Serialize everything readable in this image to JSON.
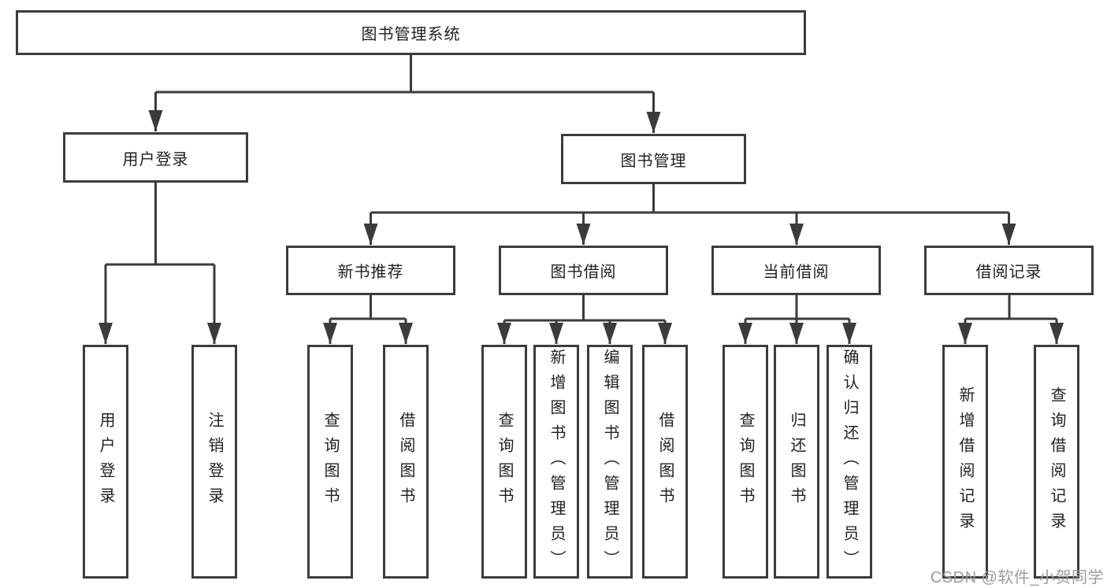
{
  "tree": {
    "label": "图书管理系统",
    "children": [
      {
        "label": "用户登录",
        "children": [
          {
            "label": "用户登录"
          },
          {
            "label": "注销登录"
          }
        ]
      },
      {
        "label": "图书管理",
        "children": [
          {
            "label": "新书推荐",
            "children": [
              {
                "label": "查询图书"
              },
              {
                "label": "借阅图书"
              }
            ]
          },
          {
            "label": "图书借阅",
            "children": [
              {
                "label": "查询图书"
              },
              {
                "label": "新增图书（管理员）"
              },
              {
                "label": "编辑图书（管理员）"
              },
              {
                "label": "借阅图书"
              }
            ]
          },
          {
            "label": "当前借阅",
            "children": [
              {
                "label": "查询图书"
              },
              {
                "label": "归还图书"
              },
              {
                "label": "确认归还（管理员）"
              }
            ]
          },
          {
            "label": "借阅记录",
            "children": [
              {
                "label": "新增借阅记录"
              },
              {
                "label": "查询借阅记录"
              }
            ]
          }
        ]
      }
    ]
  },
  "watermark": "CSDN @软件_小贺同学",
  "colors": {
    "line": "#3b3b3b",
    "box_border": "#3c3c3c",
    "text": "#212121",
    "watermark": "#9c9c9c",
    "background": "#ffffff"
  }
}
